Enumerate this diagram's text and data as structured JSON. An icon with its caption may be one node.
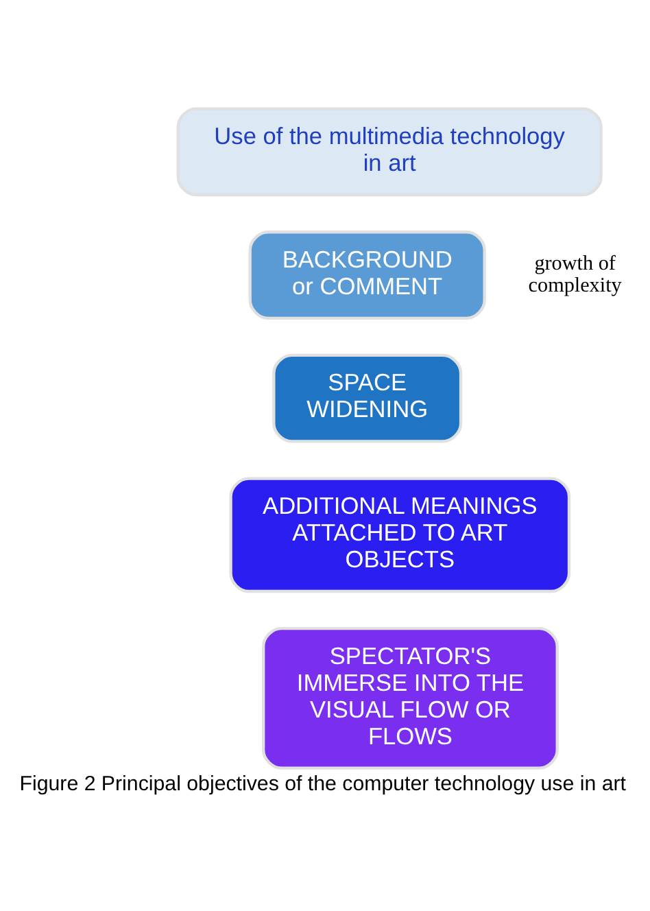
{
  "diagram": {
    "caption": "Figure 2 Principal objectives of the computer technology use in art",
    "nodes": [
      {
        "text": [
          "Use of the multimedia technology in art"
        ]
      },
      {
        "text": [
          "BACKGROUND or COMMENT"
        ]
      },
      {
        "text": [
          "SPACE WIDENING"
        ]
      },
      {
        "text": [
          "ADDITIONAL MEANINGS ATTACHED TO ART OBJECTS"
        ]
      },
      {
        "text": [
          "SPECTATOR'S IMMERSE INTO THE VISUAL FLOW OR FLOWS"
        ]
      }
    ],
    "edges": [],
    "labels": [
      "growth of complexity"
    ]
  }
}
